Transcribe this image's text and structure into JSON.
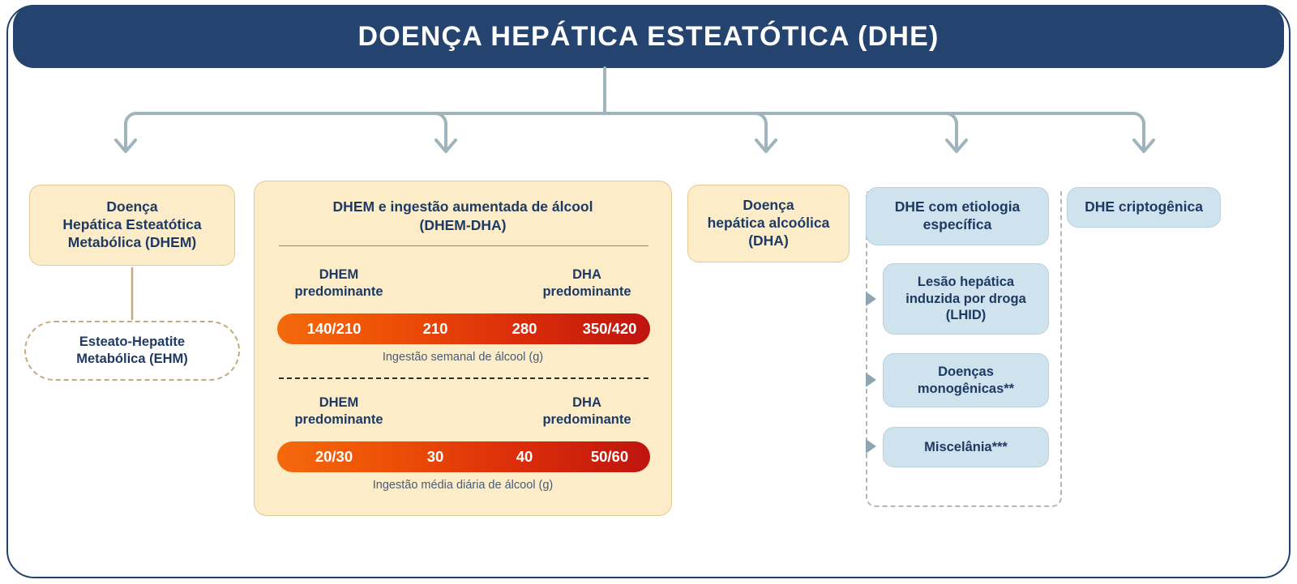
{
  "header": {
    "title": "DOENÇA HEPÁTICA ESTEATÓTICA (DHE)"
  },
  "colors": {
    "header_bg": "#24436e",
    "frame_border": "#20436e",
    "cream_bg": "#fcecc8",
    "cream_border": "#e3c894",
    "blue_bg": "#cfe3ee",
    "blue_border": "#b4d2e0",
    "text_navy": "#1e3a63",
    "connector": "#9fb4bd",
    "gradient_start": "#f4690c",
    "gradient_end": "#bf140e"
  },
  "branches": {
    "dhem": {
      "label": "Doença\nHepática Esteatótica\nMetabólica (DHEM)",
      "lines": [
        "Doença",
        "Hepática Esteatótica",
        "Metabólica (DHEM)"
      ]
    },
    "ehm": {
      "lines": [
        "Esteato-Hepatite",
        "Metabólica (EHM)"
      ]
    },
    "dha": {
      "lines": [
        "Doença",
        "hepática alcoólica",
        "(DHA)"
      ]
    },
    "specific_etiology": {
      "lines": [
        "DHE com etiologia",
        "específica"
      ]
    },
    "cryptogenic": {
      "lines": [
        "DHE criptogênica"
      ]
    }
  },
  "center_panel": {
    "title_lines": [
      "DHEM e ingestão aumentada de álcool",
      "(DHEM-DHA)"
    ],
    "left_label_lines": [
      "DHEM",
      "predominante"
    ],
    "right_label_lines": [
      "DHA",
      "predominante"
    ],
    "scales": [
      {
        "caption": "Ingestão semanal de álcool (g)",
        "values": [
          "140/210",
          "210",
          "280",
          "350/420"
        ]
      },
      {
        "caption": "Ingestão média diária de álcool (g)",
        "values": [
          "20/30",
          "30",
          "40",
          "50/60"
        ]
      }
    ]
  },
  "etiology_items": [
    {
      "lines": [
        "Lesão hepática",
        "induzida por droga",
        "(LHID)"
      ]
    },
    {
      "lines": [
        "Doenças",
        "monogênicas**"
      ]
    },
    {
      "lines": [
        "Miscelânia***"
      ]
    }
  ],
  "chart_data": {
    "type": "bar",
    "title": "Ingestão de álcool — faixas DHEM-DHA",
    "series": [
      {
        "name": "Ingestão semanal de álcool (g)",
        "values": [
          "140/210",
          "210",
          "280",
          "350/420"
        ]
      },
      {
        "name": "Ingestão média diária de álcool (g)",
        "values": [
          "20/30",
          "30",
          "40",
          "50/60"
        ]
      }
    ],
    "axis_left": "DHEM predominante",
    "axis_right": "DHA predominante",
    "gradient": [
      "#f4690c",
      "#bf140e"
    ]
  }
}
